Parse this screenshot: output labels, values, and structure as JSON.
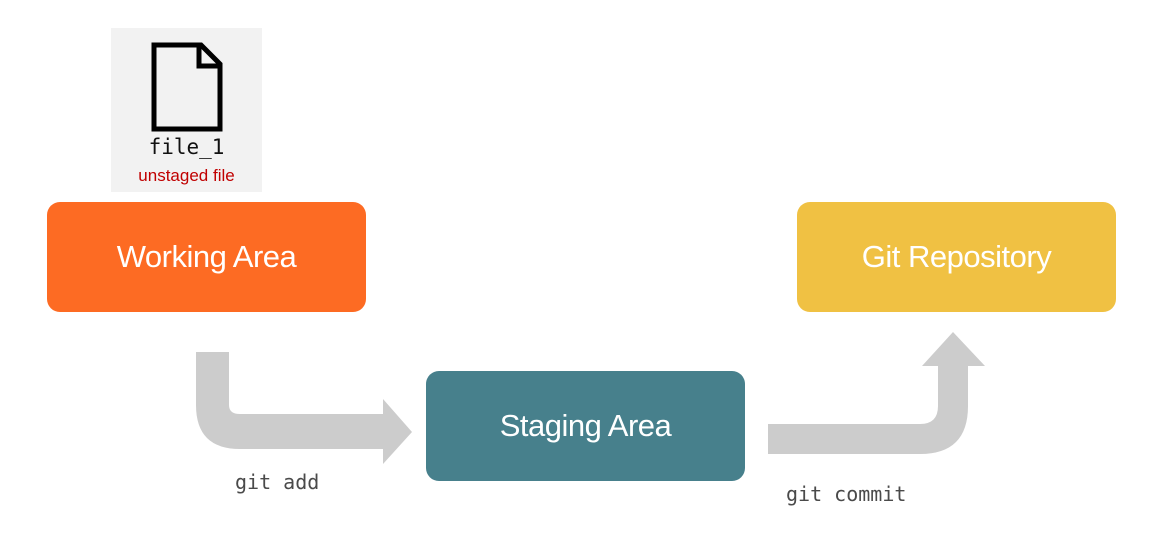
{
  "file": {
    "icon": "document-icon",
    "name": "file_1",
    "status": "unstaged file",
    "status_color": "#c00000"
  },
  "areas": {
    "working": {
      "label": "Working Area",
      "color": "#fd6b23"
    },
    "staging": {
      "label": "Staging Area",
      "color": "#47808c"
    },
    "repository": {
      "label": "Git Repository",
      "color": "#f0c143"
    }
  },
  "commands": {
    "add": "git add",
    "commit": "git commit"
  },
  "arrow_color": "#cccccc"
}
